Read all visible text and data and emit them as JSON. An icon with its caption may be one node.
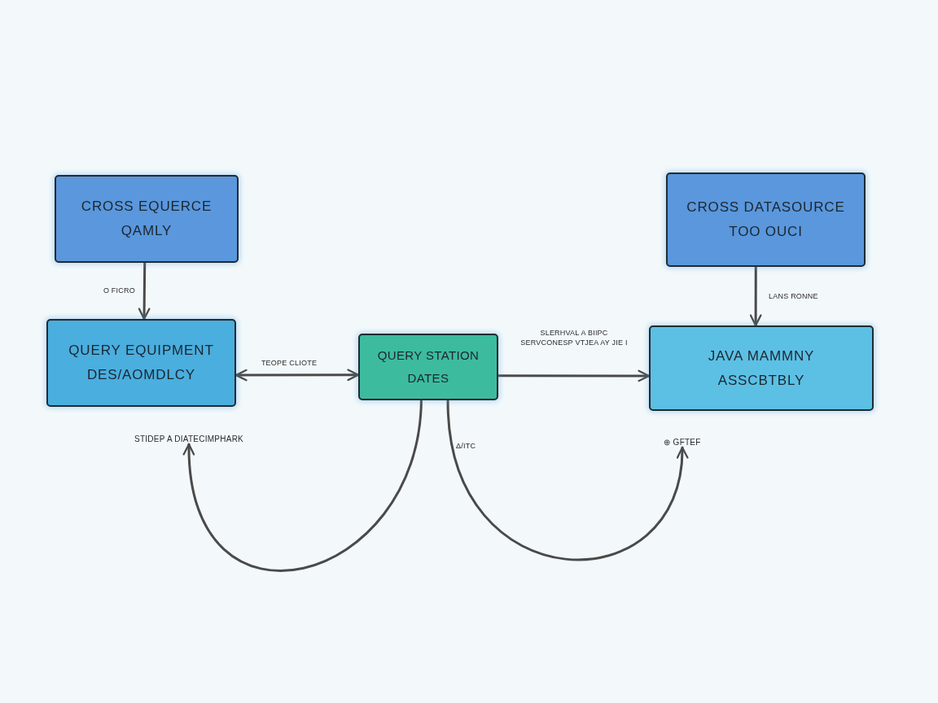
{
  "diagram": {
    "nodes": [
      {
        "text": [
          "CROSS EQUERCE QAMLY"
        ]
      },
      {
        "text": [
          "CROSS DATASOURCE TOO OUCI"
        ]
      },
      {
        "text": [
          "QUERY EQUIPMENT DES/AOMDLCY"
        ]
      },
      {
        "text": [
          "QUERY STATION DATES"
        ]
      },
      {
        "text": [
          "JAVA MAMMNY ASSCBTBLY"
        ]
      },
      {
        "text": [
          "STIDEP A DIATECIMPHARK"
        ]
      },
      {
        "text": [
          "⊕ GFTEF"
        ]
      }
    ],
    "edges": [
      {
        "from": 0,
        "to": 2,
        "arrow": "to",
        "label": "O FICRO"
      },
      {
        "from": 1,
        "to": 4,
        "arrow": "to",
        "label": "LANS RONNE"
      },
      {
        "from": 2,
        "to": 3,
        "arrow": "both",
        "label": "TEOPE CLIOTE"
      },
      {
        "from": 3,
        "to": 4,
        "arrow": "to",
        "label": "SLERHVAL A BIIPC SERVCONESP VTJEA AY JIE I"
      },
      {
        "from": 3,
        "to": 5,
        "arrow": "to"
      },
      {
        "from": 3,
        "to": 6,
        "arrow": "to",
        "label": "Δ/ITC"
      }
    ]
  }
}
